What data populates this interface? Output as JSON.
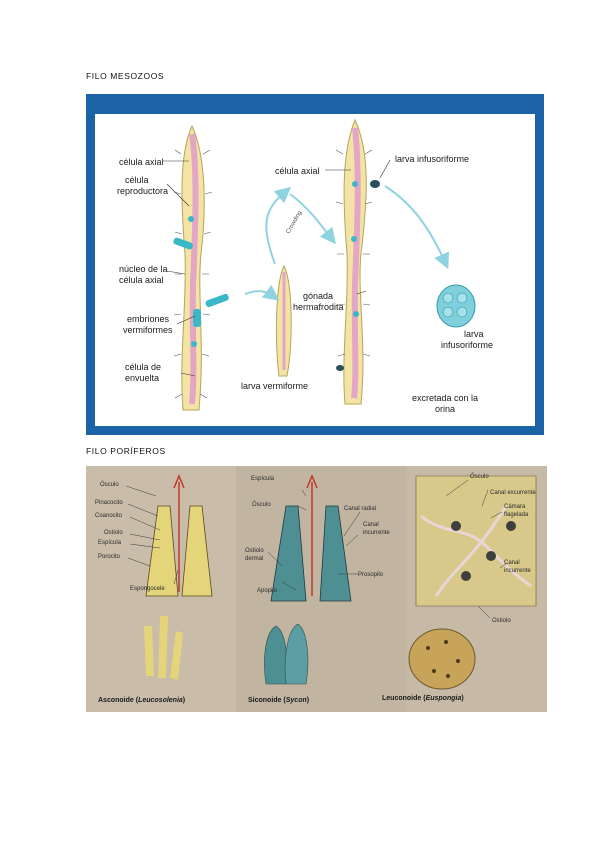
{
  "page": {
    "heading_mesozoos": "FILO MESOZOOS",
    "heading_poriferos": "FILO PORÍFEROS"
  },
  "mesozoa": {
    "labels": {
      "celula_axial_left": "célula axial",
      "celula_reproductora": [
        "célula",
        "reproductora"
      ],
      "nucleo": [
        "núcleo de la",
        "célula axial"
      ],
      "embriones": [
        "embriones",
        "vermiformes"
      ],
      "envuelta": [
        "célula de",
        "envuelta"
      ],
      "larva_vermiforme": "larva vermiforme",
      "crowding": "Crowding",
      "celula_axial_right": "célula axial",
      "larva_infusoriforme_top": "larva infusoriforme",
      "gonada": [
        "gónada",
        "hermafrodita"
      ],
      "larva_infusoriforme_right": [
        "larva",
        "infusoriforme"
      ],
      "excretada": [
        "excretada con la",
        "orina"
      ]
    },
    "colors": {
      "border": "#1b63a6",
      "body": "#f3e4a6",
      "axial": "#e3a6c4",
      "accent": "#3bb8c8"
    }
  },
  "porifera": {
    "labels": {
      "osculo": "Ósculo",
      "pinacocito": "Pinacocito",
      "coanocito": "Coanocito",
      "ostiolo": "Ostiolo",
      "espicula": "Espícula",
      "porocito": "Porocito",
      "espongocele": "Espongocele",
      "espicula2": "Espícula",
      "osculo2": "Ósculo",
      "canal_radial": "Canal radial",
      "canal_incurrente": [
        "Canal",
        "incurrente"
      ],
      "ostiolo_dermal": [
        "Ostiolo",
        "dermal"
      ],
      "prosopilo": "Prosopilo",
      "apopilo": "Apopilo",
      "osculo3": "Ósculo",
      "canal_excurrente": "Canal excurrente",
      "camara_flagelada": [
        "Cámara",
        "flagelada"
      ],
      "canal_incurrente2": [
        "Canal",
        "incurrente"
      ],
      "ostiolo3": "Ostiolo"
    },
    "captions": {
      "asconoide": "Asconoide (",
      "asconoide_genus": "Leucosolenia",
      "siconoide": "Siconoide (",
      "siconoide_genus": "Sycon",
      "leuconoide": "Leuconoide (",
      "leuconoide_genus": "Euspongia",
      "close": ")"
    },
    "colors": {
      "background": "#c4b6a3",
      "yellow": "#e4d47a",
      "teal": "#4e8f94",
      "arrow": "#c0392b"
    }
  }
}
